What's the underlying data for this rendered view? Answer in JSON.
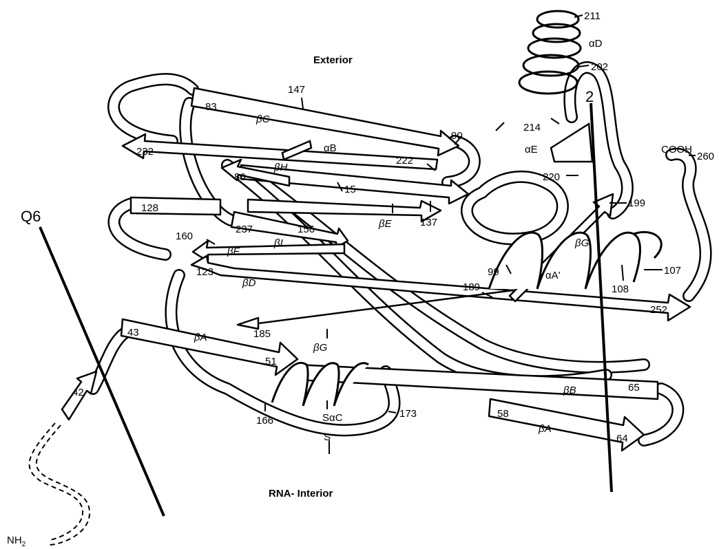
{
  "titles": {
    "exterior": "Exterior",
    "interior": "RNA- Interior"
  },
  "axes": {
    "q6": "Q6",
    "two": "2"
  },
  "termini": {
    "cooh": "COOH",
    "nh2": "NH",
    "nh2_sub": "2"
  },
  "residues": [
    "211",
    "202",
    "214",
    "220",
    "199",
    "107",
    "108",
    "99",
    "189",
    "252",
    "260",
    "147",
    "90",
    "222",
    "232",
    "83",
    "80",
    "15",
    "137",
    "128",
    "237",
    "156",
    "160",
    "123",
    "43",
    "185",
    "51",
    "65",
    "64",
    "58",
    "166",
    "173",
    "42"
  ],
  "structures": {
    "strand_b_c": "C",
    "strand_b_h": "H",
    "strand_b_e": "E",
    "strand_b_f": "F",
    "strand_b_i": "I",
    "strand_b_d": "D",
    "strand_b_a1": "A",
    "strand_b_g1": "G",
    "strand_b_g2": "G",
    "strand_b_b": "B",
    "strand_b_a2": "A",
    "helix_a_b": "B",
    "helix_a_d": "D",
    "helix_a_e": "E",
    "helix_a_a": "A'",
    "helix_sa_c": "C"
  },
  "disulfide": "S"
}
